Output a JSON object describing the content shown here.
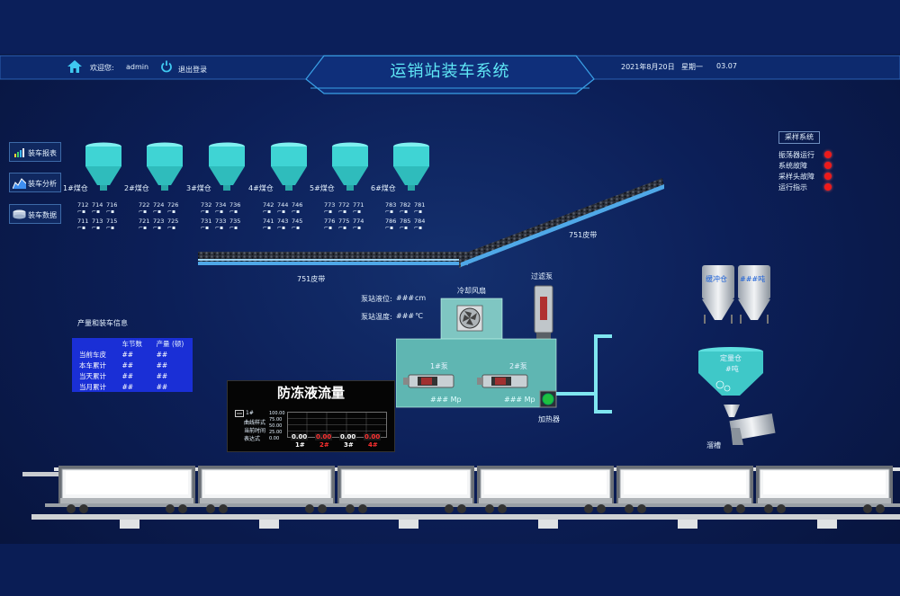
{
  "header": {
    "welcome": "欢迎您:",
    "user": "admin",
    "logout": "退出登录",
    "title": "运销站装车系统",
    "date": "2021年8月20日",
    "weekday": "星期一",
    "time": "03.07"
  },
  "sidebar": [
    {
      "label": "装车报表",
      "icon": "bar-chart-icon"
    },
    {
      "label": "装车分析",
      "icon": "area-chart-icon"
    },
    {
      "label": "装车数据",
      "icon": "database-icon"
    }
  ],
  "silos": [
    {
      "label": "1#煤仓",
      "rows": [
        [
          "712",
          "714",
          "716"
        ],
        [
          "711",
          "713",
          "715"
        ]
      ]
    },
    {
      "label": "2#煤仓",
      "rows": [
        [
          "722",
          "724",
          "726"
        ],
        [
          "721",
          "723",
          "725"
        ]
      ]
    },
    {
      "label": "3#煤仓",
      "rows": [
        [
          "732",
          "734",
          "736"
        ],
        [
          "731",
          "733",
          "735"
        ]
      ]
    },
    {
      "label": "4#煤仓",
      "rows": [
        [
          "742",
          "744",
          "746"
        ],
        [
          "741",
          "743",
          "745"
        ]
      ]
    },
    {
      "label": "5#煤仓",
      "rows": [
        [
          "773",
          "772",
          "771"
        ],
        [
          "776",
          "775",
          "774"
        ]
      ]
    },
    {
      "label": "6#煤仓",
      "rows": [
        [
          "783",
          "782",
          "781"
        ],
        [
          "786",
          "785",
          "784"
        ]
      ]
    }
  ],
  "conveyors": {
    "upper_label": "751皮带",
    "lower_label": "751皮带"
  },
  "pump_station": {
    "level_label": "泵站液位:",
    "level_value": "###",
    "level_unit": "cm",
    "temp_label": "泵站温度:",
    "temp_value": "###",
    "temp_unit": "℃",
    "fan_label": "冷却风扇",
    "filter_label": "过滤泵",
    "pump1_label": "1#泵",
    "pump2_label": "2#泵",
    "pump1_value": "### Mp",
    "pump2_value": "### Mp",
    "heater_label": "加热器"
  },
  "bins": {
    "buffer_label": "缓冲仓",
    "buffer2_value": "###吨",
    "quant_label": "定量仓",
    "quant_value": "#吨",
    "chute_label": "溜槽"
  },
  "sampling": {
    "title": "采样系统",
    "items": [
      "振荡器运行",
      "系统故障",
      "采样头故障",
      "运行指示"
    ],
    "indicator_color": "#ee1a1a"
  },
  "production": {
    "title": "产量和装车信息",
    "columns": [
      "",
      "车节数",
      "产量 (顿)"
    ],
    "rows": [
      [
        "当前车皮",
        "##",
        "##"
      ],
      [
        "本车累计",
        "##",
        "##"
      ],
      [
        "当天累计",
        "##",
        "##"
      ],
      [
        "当月累计",
        "##",
        "##"
      ]
    ]
  },
  "flow_panel": {
    "title": "防冻液流量",
    "legend_head": "1#",
    "legend_items": [
      "曲线样式",
      "当前时间",
      "表达式"
    ],
    "y_ticks": [
      "100.00",
      "75.00",
      "50.00",
      "25.00",
      "0.00"
    ],
    "readings": [
      {
        "value": "0.00",
        "name": "1#",
        "color": "#ffffff",
        "name_color": "#ffffff"
      },
      {
        "value": "0.00",
        "name": "2#",
        "color": "#ff3030",
        "name_color": "#ff3030"
      },
      {
        "value": "0.00",
        "name": "3#",
        "color": "#ffffff",
        "name_color": "#ffffff"
      },
      {
        "value": "0.00",
        "name": "4#",
        "color": "#ff3030",
        "name_color": "#ff3030"
      }
    ]
  },
  "colors": {
    "accent_cyan": "#5fe8f6",
    "silo_cyan": "#3fd4d4",
    "table_blue": "#1a2fd6"
  }
}
